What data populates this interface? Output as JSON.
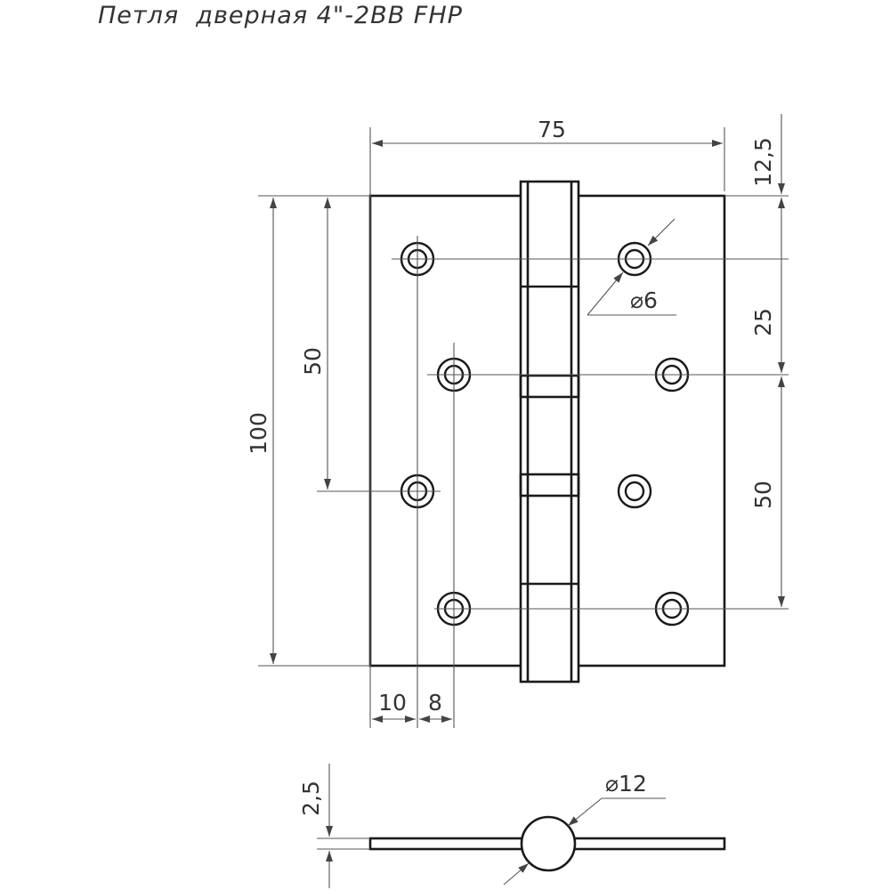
{
  "title": "Петля  дверная 4\"-2BB FHP",
  "dimensions": {
    "width": "75",
    "height": "100",
    "hole_pitch_left": "50",
    "edge_offset_top": "12,5",
    "hole_pitch_top": "25",
    "hole_pitch_right": "50",
    "hole_diameter": "⌀6",
    "offset_edge": "10",
    "offset_hole": "8",
    "plate_thickness": "2,5",
    "knuckle_diameter": "⌀12"
  }
}
